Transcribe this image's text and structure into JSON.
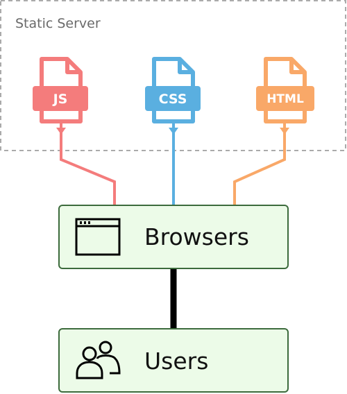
{
  "server": {
    "label": "Static Server"
  },
  "files": [
    {
      "label": "JS",
      "color": "#f47c7c",
      "icon": "js-file-icon"
    },
    {
      "label": "CSS",
      "color": "#5aafe0",
      "icon": "css-file-icon"
    },
    {
      "label": "HTML",
      "color": "#f9a868",
      "icon": "html-file-icon"
    }
  ],
  "browsers": {
    "label": "Browsers",
    "icon": "browser-window-icon"
  },
  "users": {
    "label": "Users",
    "icon": "users-icon"
  },
  "colors": {
    "box_fill": "#ecfbe8",
    "box_stroke": "#3c6b3c",
    "server_border": "#aaaaaa",
    "connector": "#000000"
  }
}
